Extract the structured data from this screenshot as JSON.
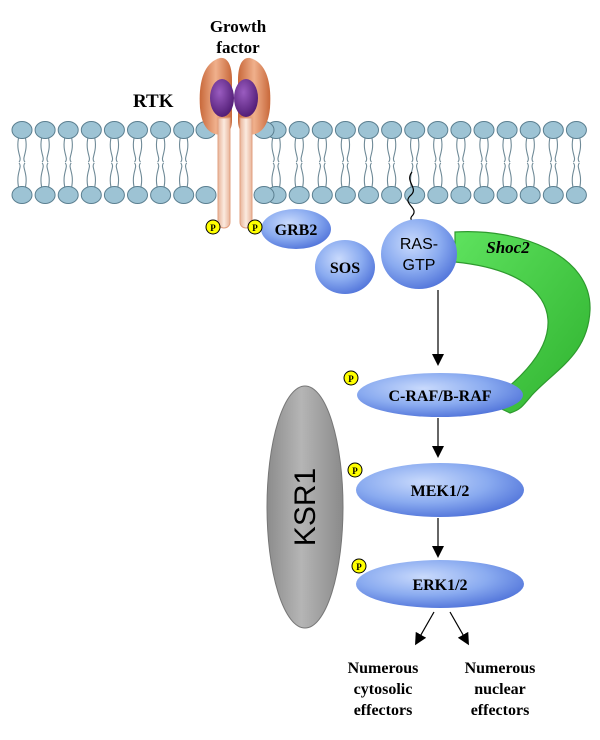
{
  "growth_factor": {
    "line1": "Growth",
    "line2": "factor"
  },
  "rtk_label": "RTK",
  "phospho_label": "P",
  "grb2_label": "GRB2",
  "sos_label": "SOS",
  "ras_gtp": {
    "line1": "RAS-",
    "line2": "GTP"
  },
  "shoc2_label": "Shoc2",
  "craf_braf_label": "C-RAF/B-RAF",
  "mek_label": "MEK1/2",
  "erk_label": "ERK1/2",
  "ksr1_label": "KSR1",
  "effectors": {
    "cytosolic": [
      "Numerous",
      "cytosolic",
      "effectors"
    ],
    "nuclear": [
      "Numerous",
      "nuclear",
      "effectors"
    ]
  },
  "colors": {
    "membrane_head": "#9dc3d4",
    "protein_blue": "#7fa3ee",
    "shoc2_green": "#4fd24f",
    "ksr1_gray": "#a9a9a9",
    "receptor_orange": "#d98a5f",
    "ligand_purple": "#6a2a90",
    "phospho_yellow": "#ffff00"
  }
}
